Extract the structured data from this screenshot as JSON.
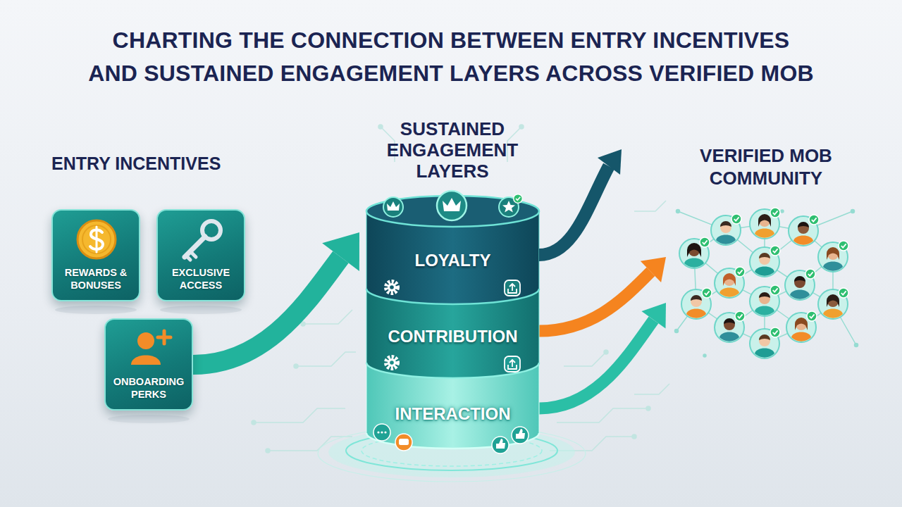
{
  "diagram": {
    "title": "CHARTING THE CONNECTION BETWEEN ENTRY INCENTIVES AND SUSTAINED ENGAGEMENT LAYERS ACROSS VERIFIED MOB",
    "nodes": [
      {
        "text": [
          "REWARDS & BONUSES"
        ]
      },
      {
        "text": [
          "EXCLUSIVE ACCESS"
        ]
      },
      {
        "text": [
          "ONBOARDING PERKS"
        ]
      },
      {
        "text": [
          "SUSTAINED ENGAGEMENT LAYERS"
        ]
      },
      {
        "text": [
          "LOYALTY"
        ],
        "in": 3
      },
      {
        "text": [
          "CONTRIBUTION"
        ],
        "in": 3
      },
      {
        "text": [
          "INTERACTION"
        ],
        "in": 3
      },
      {
        "text": [
          "VERIFIED MOB COMMUNITY"
        ]
      }
    ],
    "edges": [
      {
        "from": 2,
        "to": 3,
        "arrow": "to"
      },
      {
        "from": 5,
        "to": 7,
        "arrow": "to"
      },
      {
        "from": 6,
        "to": 7,
        "arrow": "to"
      }
    ],
    "labels": [
      "ENTRY INCENTIVES"
    ]
  }
}
